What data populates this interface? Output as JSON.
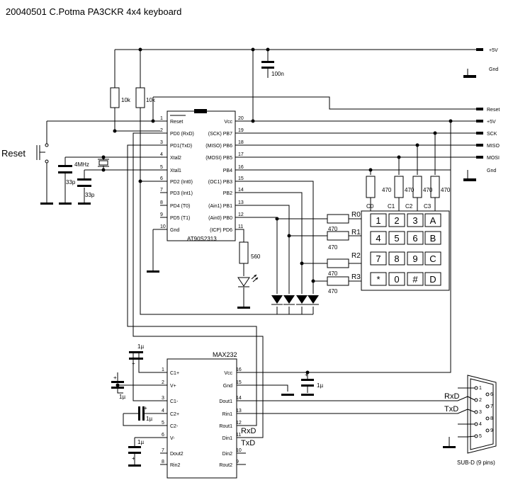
{
  "title": "20040501 C.Potma PA3CKR   4x4 keyboard",
  "mcu": {
    "name": "AT90S2313",
    "left_pins": [
      {
        "num": "1",
        "label": "Reset"
      },
      {
        "num": "2",
        "label": "PD0 (RxD)"
      },
      {
        "num": "3",
        "label": "PD1(TxD)"
      },
      {
        "num": "4",
        "label": "Xtal2"
      },
      {
        "num": "5",
        "label": "Xtal1"
      },
      {
        "num": "6",
        "label": "PD2 (Int0)"
      },
      {
        "num": "7",
        "label": "PD3 (Int1)"
      },
      {
        "num": "8",
        "label": "PD4 (T0)"
      },
      {
        "num": "9",
        "label": "PD5 (T1)"
      },
      {
        "num": "10",
        "label": "Gnd"
      }
    ],
    "right_pins": [
      {
        "num": "20",
        "label": "Vcc"
      },
      {
        "num": "19",
        "label": "(SCK) PB7"
      },
      {
        "num": "18",
        "label": "(MISO) PB6"
      },
      {
        "num": "17",
        "label": "(MOSI) PB5"
      },
      {
        "num": "16",
        "label": "PB4"
      },
      {
        "num": "15",
        "label": "(OC1) PB3"
      },
      {
        "num": "14",
        "label": "PB2"
      },
      {
        "num": "13",
        "label": "(Ain1) PB1"
      },
      {
        "num": "12",
        "label": "(Ain0) PB0"
      },
      {
        "num": "11",
        "label": "(ICP) PD6"
      }
    ]
  },
  "max232": {
    "name": "MAX232",
    "left_pins": [
      {
        "num": "1",
        "label": "C1+"
      },
      {
        "num": "2",
        "label": "V+"
      },
      {
        "num": "3",
        "label": "C1-"
      },
      {
        "num": "4",
        "label": "C2+"
      },
      {
        "num": "5",
        "label": "C2-"
      },
      {
        "num": "6",
        "label": "V-"
      },
      {
        "num": "7",
        "label": "Dout2"
      },
      {
        "num": "8",
        "label": "Rin2"
      }
    ],
    "right_pins": [
      {
        "num": "16",
        "label": "Vcc"
      },
      {
        "num": "15",
        "label": "Gnd"
      },
      {
        "num": "14",
        "label": "Dout1"
      },
      {
        "num": "13",
        "label": "Rin1"
      },
      {
        "num": "12",
        "label": "Rout1"
      },
      {
        "num": "11",
        "label": "Din1"
      },
      {
        "num": "10",
        "label": "Din2"
      },
      {
        "num": "9",
        "label": "Rout2"
      }
    ]
  },
  "components": {
    "r_10k_a": "10k",
    "r_10k_b": "10k",
    "c_100n": "100n",
    "crystal": "4MHz",
    "c_33p_a": "33p",
    "c_33p_b": "33p",
    "r_560": "560",
    "reset_switch": "Reset",
    "pullups": [
      "470",
      "470",
      "470",
      "470"
    ],
    "row_resistors": [
      "470",
      "470",
      "470",
      "470"
    ],
    "cap_1u": "1µ",
    "cap_plus": "+"
  },
  "connector_labels": {
    "top_vcc": "+5V",
    "top_gnd": "Gnd",
    "isp_reset": "Reset",
    "isp_vcc": "+5V",
    "isp_sck": "SCK",
    "isp_miso": "MISO",
    "isp_mosi": "MOSI",
    "isp_gnd": "Gnd"
  },
  "keypad": {
    "rows": [
      "R0",
      "R1",
      "R2",
      "R3"
    ],
    "cols": [
      "C0",
      "C1",
      "C2",
      "C3"
    ],
    "keys": [
      [
        "1",
        "2",
        "3",
        "A"
      ],
      [
        "4",
        "5",
        "6",
        "B"
      ],
      [
        "7",
        "8",
        "9",
        "C"
      ],
      [
        "*",
        "0",
        "#",
        "D"
      ]
    ]
  },
  "serial": {
    "rxd": "RxD",
    "txd": "TxD",
    "connector": "SUB-D (9 pins)",
    "pins": [
      "1",
      "2",
      "3",
      "4",
      "5",
      "6",
      "7",
      "8",
      "9"
    ]
  }
}
